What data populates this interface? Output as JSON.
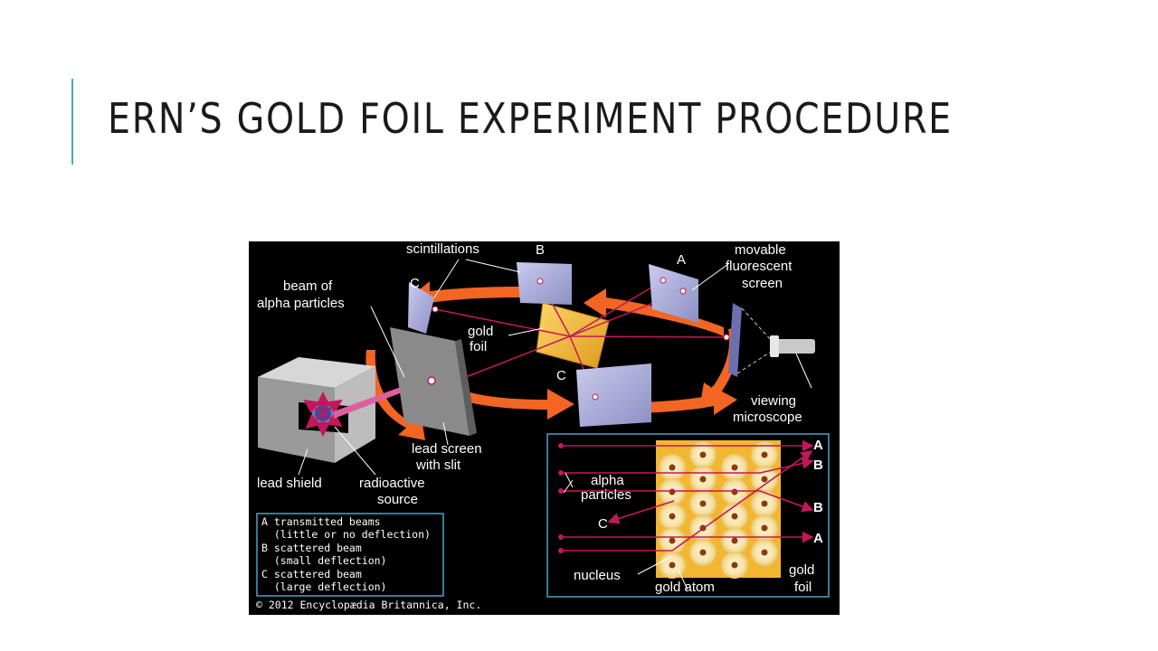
{
  "slide": {
    "title": "ERN’S GOLD FOIL EXPERIMENT PROCEDURE",
    "accent_color": "#4aa3c8"
  },
  "figure": {
    "labels": {
      "scintillations": "scintillations",
      "b_top": "B",
      "a_top": "A",
      "c_top": "C",
      "c_bottom": "C",
      "movable_1": "movable",
      "movable_2": "fluorescent",
      "movable_3": "screen",
      "beam_1": "beam of",
      "beam_2": "alpha particles",
      "gold_foil_1": "gold",
      "gold_foil_2": "foil",
      "viewing_1": "viewing",
      "viewing_2": "microscope",
      "lead_screen_1": "lead screen",
      "lead_screen_2": "with slit",
      "lead_shield": "lead shield",
      "radioactive_1": "radioactive",
      "radioactive_2": "source"
    },
    "legend": [
      "A transmitted beams",
      "  (little or no deflection)",
      "B scattered beam",
      "  (small deflection)",
      "C scattered beam",
      "  (large deflection)"
    ],
    "copyright": "© 2012 Encyclopædia Britannica, Inc.",
    "inset": {
      "alpha_1": "alpha",
      "alpha_2": "particles",
      "nucleus": "nucleus",
      "gold_atom": "gold atom",
      "gold_foil_1": "gold",
      "gold_foil_2": "foil",
      "a1": "A",
      "b1": "B",
      "b2": "B",
      "a2": "A",
      "c": "C"
    },
    "colors": {
      "background": "#000000",
      "beam": "#c2185b",
      "arrow": "#f26522",
      "screen": "#a7a9d6",
      "foil": "#f2b731",
      "border": "#4aa3c8"
    }
  }
}
